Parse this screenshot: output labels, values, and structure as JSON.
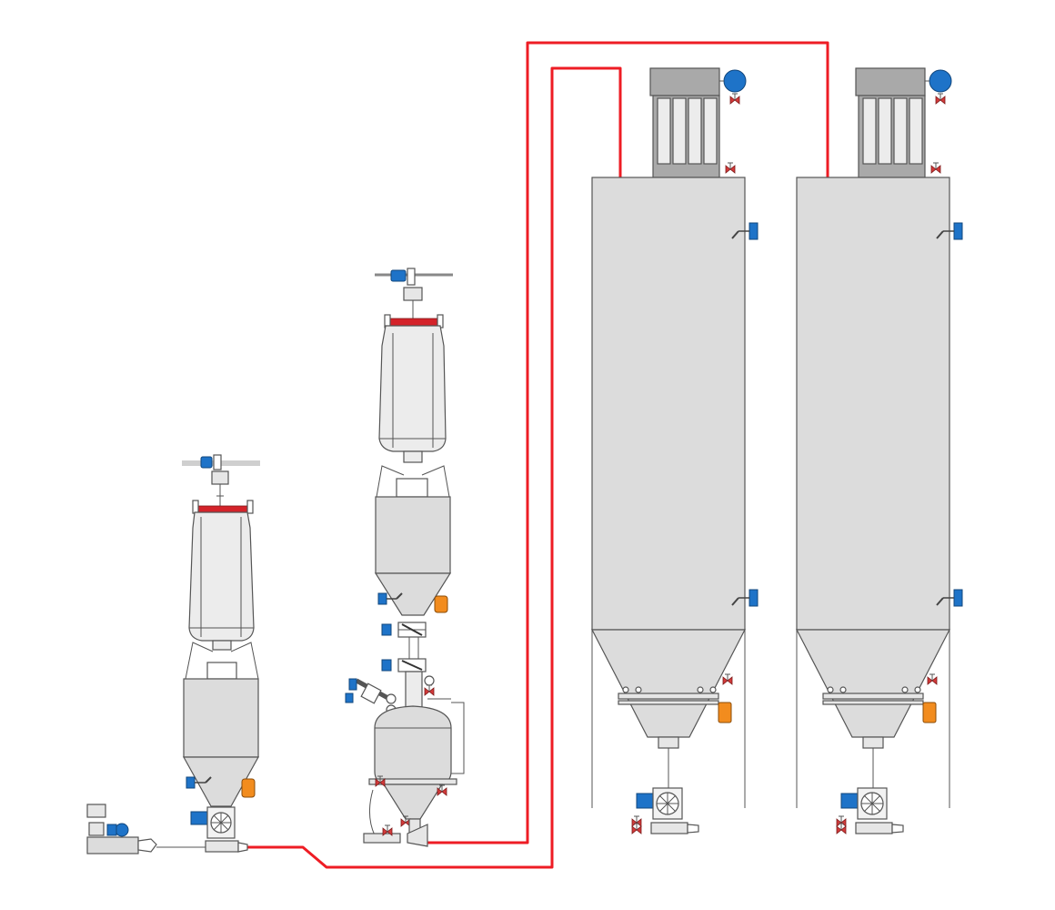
{
  "colors": {
    "background": "#ffffff",
    "vessel_fill": "#dcdcdc",
    "vessel_outline": "#555555",
    "bag_fill": "#ececec",
    "pipe": "#ee1c24",
    "motor": "#1e73c8",
    "vibrator": "#f28c1e",
    "lifting_frame": "#d4232a",
    "valve": "#d33a3a",
    "filter_housing": "#a9a9a9"
  },
  "components": [
    {
      "id": "bigbag-station-1",
      "kind": "big bag discharge station with cone hopper",
      "icons": [
        "hoist-motor-icon",
        "lifting-frame-icon",
        "bigbag-icon",
        "vibrator-icon",
        "rotary-valve-icon"
      ]
    },
    {
      "id": "blower",
      "kind": "conveying blower",
      "icons": [
        "blower-icon",
        "motor-icon"
      ]
    },
    {
      "id": "bigbag-station-2",
      "kind": "big bag discharge station with pressure vessel",
      "icons": [
        "hoist-motor-icon",
        "lifting-frame-icon",
        "bigbag-icon",
        "butterfly-valve-icon",
        "pressure-vessel-icon"
      ]
    },
    {
      "id": "silo-1",
      "kind": "storage silo with roof filter",
      "icons": [
        "filter-icon",
        "fan-icon",
        "level-switch-icon",
        "vibrator-icon",
        "rotary-valve-icon"
      ]
    },
    {
      "id": "silo-2",
      "kind": "storage silo with roof filter",
      "icons": [
        "filter-icon",
        "fan-icon",
        "level-switch-icon",
        "vibrator-icon",
        "rotary-valve-icon"
      ]
    }
  ],
  "pipelines": [
    {
      "id": "line-station1-to-silo1",
      "from": "bigbag-station-1",
      "to": "silo-1"
    },
    {
      "id": "line-station2-to-silo2",
      "from": "bigbag-station-2",
      "to": "silo-2"
    }
  ]
}
